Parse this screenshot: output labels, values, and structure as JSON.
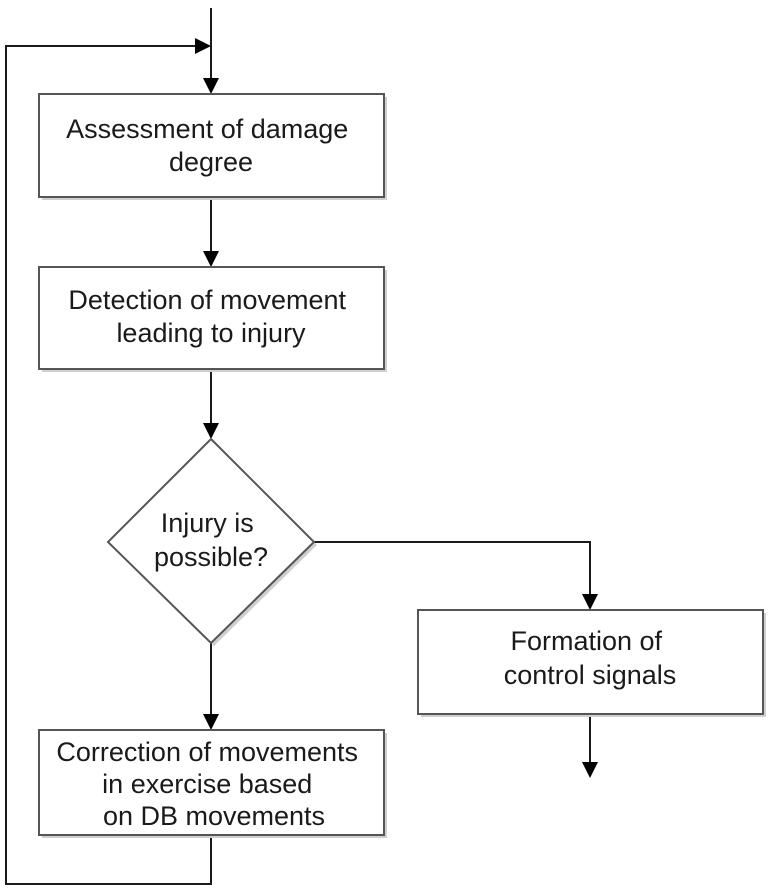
{
  "nodes": {
    "assessment": {
      "kind": "process",
      "lines": [
        "Assessment of damage",
        "degree"
      ]
    },
    "detection": {
      "kind": "process",
      "lines": [
        "Detection of movement",
        "leading to injury"
      ]
    },
    "decision": {
      "kind": "decision",
      "lines": [
        "Injury is",
        "possible?"
      ]
    },
    "formation": {
      "kind": "process",
      "lines": [
        "Formation of",
        "control signals"
      ]
    },
    "correction": {
      "kind": "process",
      "lines": [
        "Correction of movements",
        "in exercise based",
        "on DB movements"
      ]
    }
  },
  "edges": [
    {
      "from": "entry",
      "to": "assessment"
    },
    {
      "from": "assessment",
      "to": "detection"
    },
    {
      "from": "detection",
      "to": "decision"
    },
    {
      "from": "decision",
      "to": "correction"
    },
    {
      "from": "decision",
      "to": "formation"
    },
    {
      "from": "formation",
      "to": "exit"
    },
    {
      "from": "correction",
      "to": "assessment",
      "type": "loop-back"
    }
  ],
  "colors": {
    "line": "#1a1a1a",
    "box_border": "#555555",
    "shadow": "#cfcfcf",
    "background": "#ffffff"
  }
}
